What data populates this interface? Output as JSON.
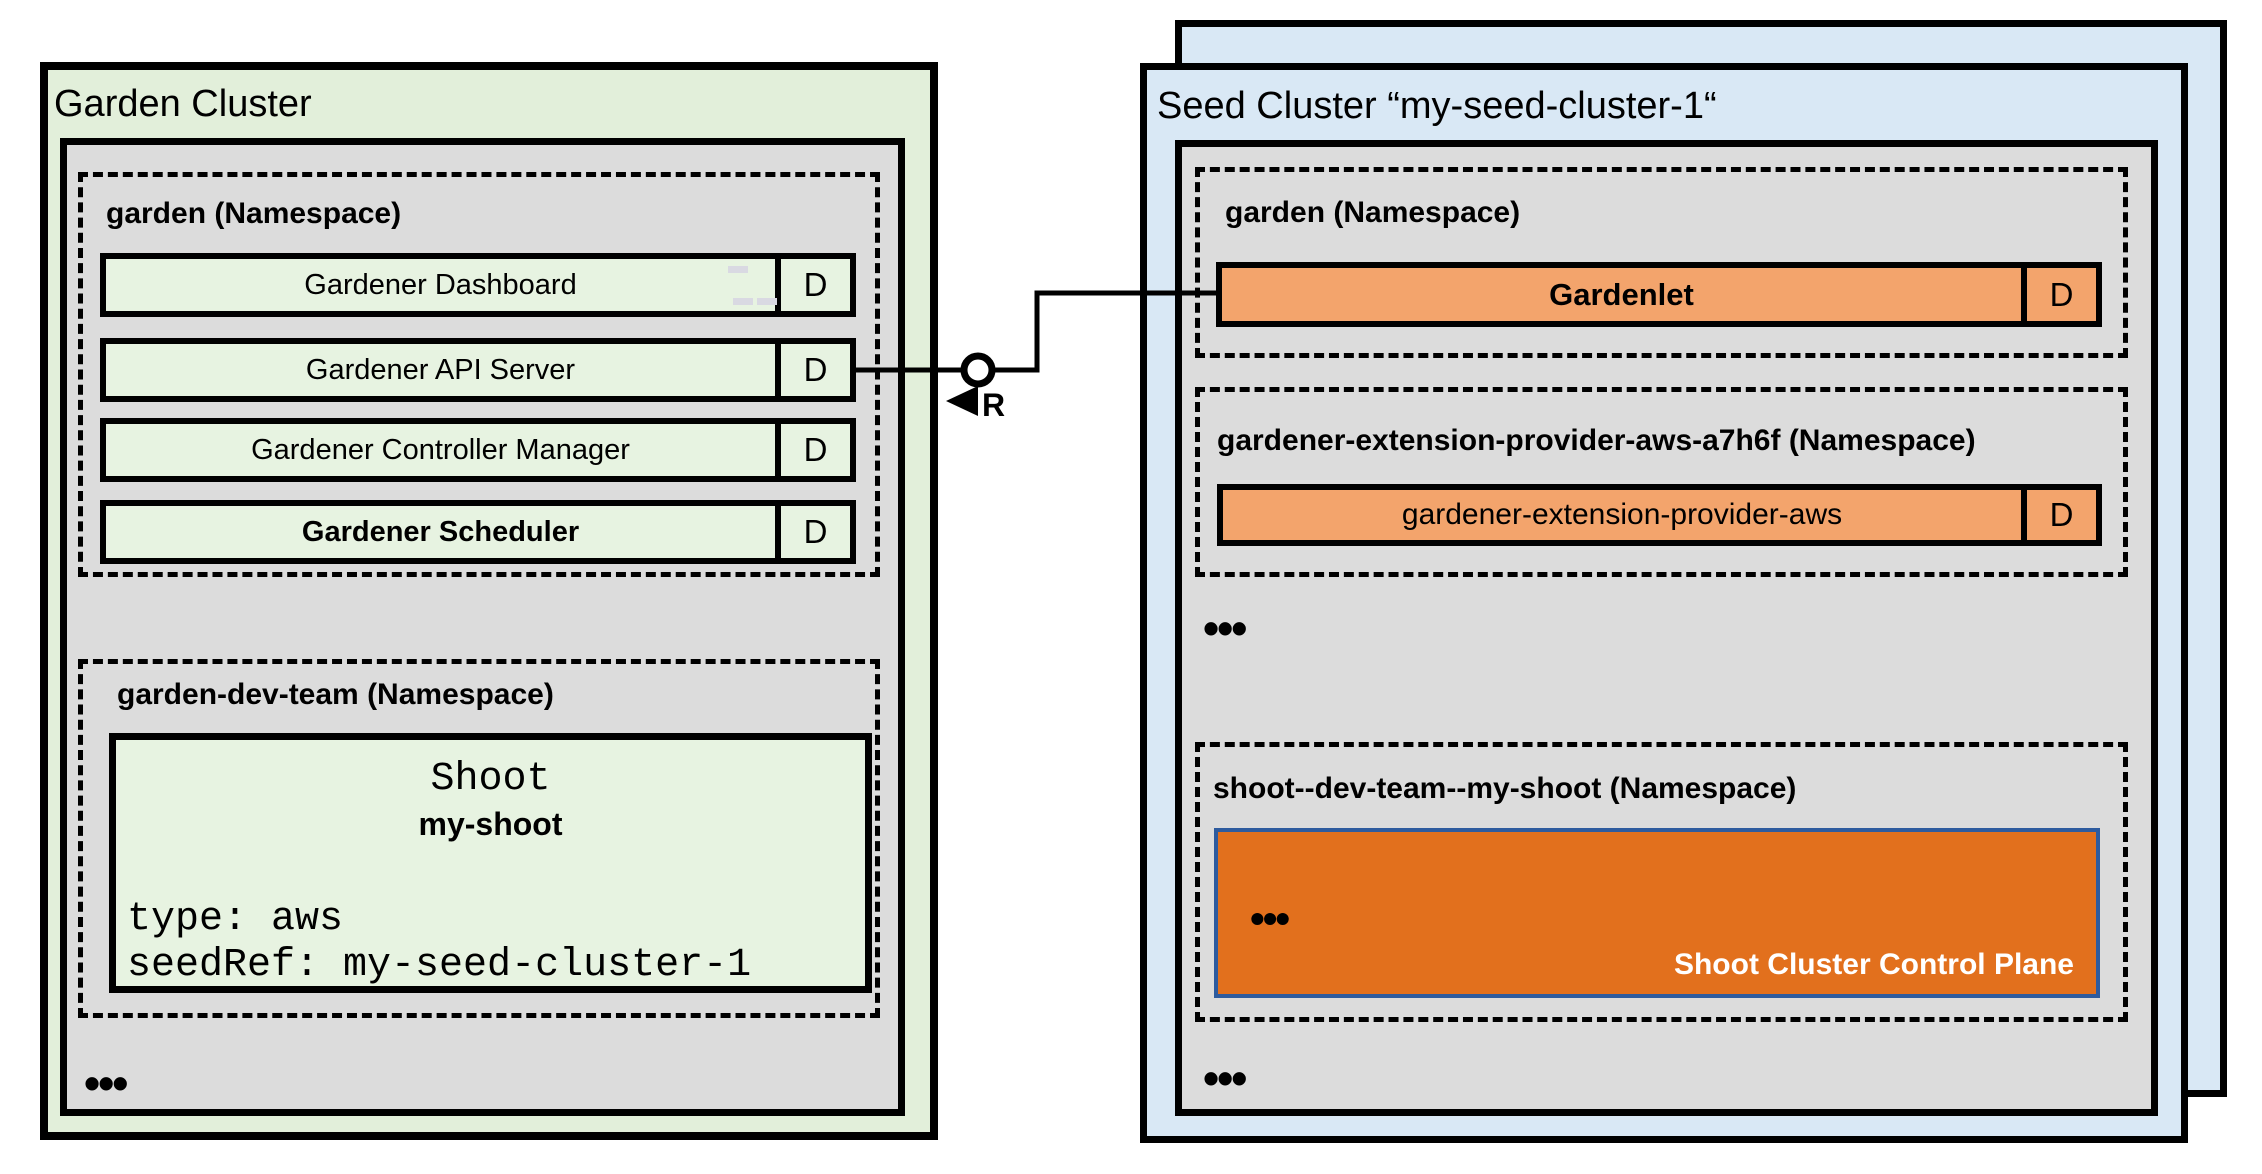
{
  "garden_cluster": {
    "title": "Garden Cluster",
    "ellipsis": "•••",
    "namespaces": [
      {
        "label": "garden (Namespace)",
        "components": [
          {
            "name": "Gardener Dashboard",
            "badge": "D"
          },
          {
            "name": "Gardener API Server",
            "badge": "D"
          },
          {
            "name": "Gardener Controller Manager",
            "badge": "D"
          },
          {
            "name": "Gardener Scheduler",
            "badge": "D"
          }
        ]
      },
      {
        "label": "garden-dev-team (Namespace)",
        "shoot_card": {
          "kind": "Shoot",
          "name": "my-shoot",
          "spec_lines": [
            "type: aws",
            "seedRef: my-seed-cluster-1"
          ]
        }
      }
    ]
  },
  "seed_cluster": {
    "title": "Seed Cluster “my-seed-cluster-1“",
    "ellipsis_middle": "•••",
    "ellipsis_bottom": "•••",
    "namespaces": [
      {
        "label": "garden (Namespace)",
        "components": [
          {
            "name": "Gardenlet",
            "badge": "D"
          }
        ]
      },
      {
        "label": "gardener-extension-provider-aws-a7h6f (Namespace)",
        "components": [
          {
            "name": "gardener-extension-provider-aws",
            "badge": "D"
          }
        ]
      },
      {
        "label": "shoot--dev-team--my-shoot (Namespace)",
        "control_plane": {
          "caption": "Shoot Cluster Control Plane",
          "ellipsis": "•••"
        }
      }
    ]
  },
  "connector": {
    "label": "R"
  },
  "colors": {
    "garden_green": "#e2efda",
    "component_green": "#e7f3e1",
    "namespace_gray": "#dcdcdc",
    "seed_blue": "#d9e8f5",
    "component_orange": "#f3a46c",
    "control_plane_orange": "#e2701d",
    "control_plane_border": "#2e5b9e",
    "line_black": "#000000"
  }
}
